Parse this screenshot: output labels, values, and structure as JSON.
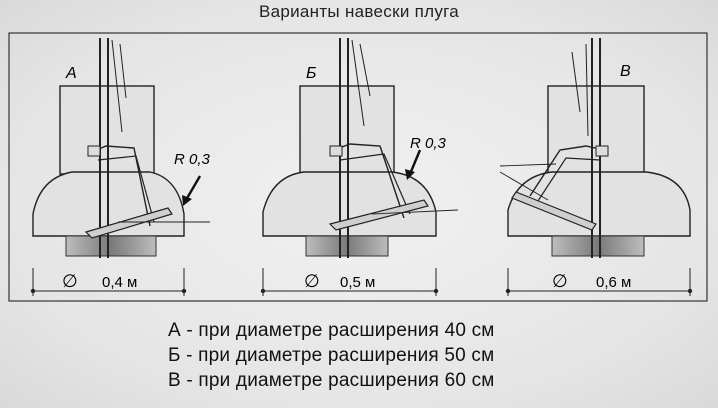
{
  "title": "Варианты навески плуга",
  "variants": [
    {
      "letter": "А",
      "radius_label": "R 0,3",
      "diameter_label": "0,4 м",
      "diameter_symbol": "∅"
    },
    {
      "letter": "Б",
      "radius_label": "R 0,3",
      "diameter_label": "0,5 м",
      "diameter_symbol": "∅"
    },
    {
      "letter": "В",
      "radius_label": "",
      "diameter_label": "0,6 м",
      "diameter_symbol": "∅"
    }
  ],
  "legend": [
    "А - при диаметре расширения 40 см",
    "Б - при диаметре расширения 50 см",
    "В - при диаметре расширения 60 см"
  ],
  "colors": {
    "line": "#222222",
    "fill": "#e2e2e2",
    "shade": "#9a9a9a"
  }
}
